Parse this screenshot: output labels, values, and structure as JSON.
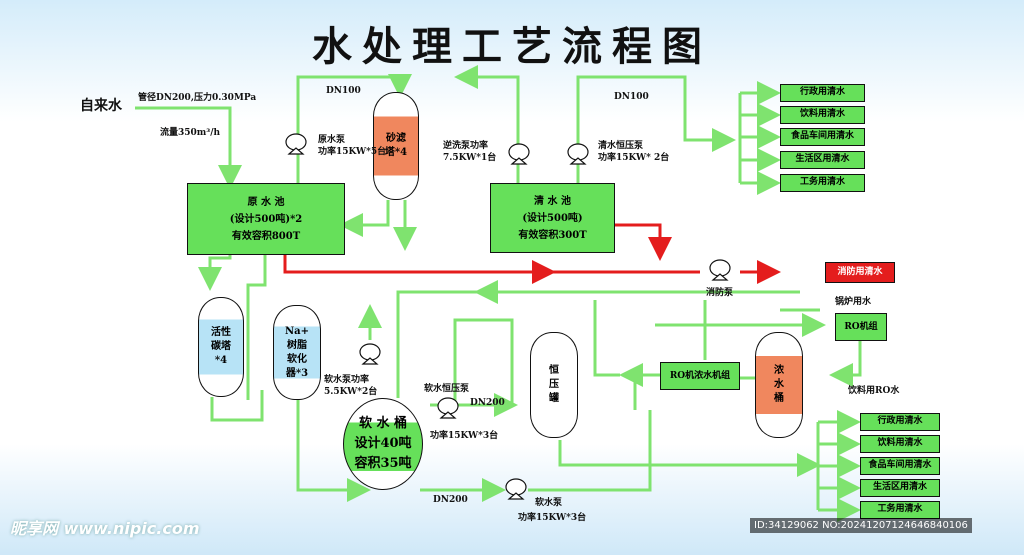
{
  "title": "水处理工艺流程图",
  "colors": {
    "pipe": "#7fe36f",
    "fire_pipe": "#e41d1d",
    "box_fill": "#66e05a",
    "sand_tank": "#f0875e",
    "resin_tank": "#b7e3f6"
  },
  "inlet": {
    "label": "自来水",
    "spec1": "管径DN200,压力0.30MPa",
    "spec2": "流量350m³/h"
  },
  "pipe_labels": {
    "dn100_left": "DN100",
    "dn100_right": "DN100",
    "dn200_mid": "DN200",
    "dn200_bottom": "DN200"
  },
  "raw_pool": {
    "line1": "原 水 池",
    "line2": "(设计500吨)*2",
    "line3": "有效容积800T"
  },
  "clean_pool": {
    "line1": "清 水 池",
    "line2": "(设计500吨)",
    "line3": "有效容积300T"
  },
  "sand_tower": {
    "line1": "砂滤",
    "line2": "塔*4"
  },
  "carbon_tower": {
    "line1": "活性",
    "line2": "碳塔",
    "line3": "*4"
  },
  "resin_tower": {
    "line1": "Na+",
    "line2": "树脂",
    "line3": "软化",
    "line4": "器*3"
  },
  "soft_bucket": {
    "line1": "软 水 桶",
    "line2": "设计40吨",
    "line3": "容积35吨"
  },
  "const_tank": {
    "line1": "恒",
    "line2": "压",
    "line3": "罐"
  },
  "conc_tank": {
    "line1": "浓",
    "line2": "水",
    "line3": "桶"
  },
  "ro_conc_unit": "RO机浓水机组",
  "ro_unit": "RO机组",
  "pumps": {
    "raw_pump": {
      "line1": "原水泵",
      "line2": "功率15KW*5台"
    },
    "backwash_pump": {
      "line1": "逆洗泵功率",
      "line2": "7.5KW*1台"
    },
    "clean_pump": {
      "line1": "清水恒压泵",
      "line2": "功率15KW* 2台"
    },
    "fire_pump": "消防泵",
    "soft_pump_left": {
      "line1": "软水泵功率",
      "line2": "5.5KW*2台"
    },
    "soft_const_pump": {
      "line1": "软水恒压泵",
      "line2": "功率15KW*3台"
    },
    "soft_pump_bottom": {
      "line1": "软水泵",
      "line2": "功率15KW*3台"
    }
  },
  "fire_water": "消防用清水",
  "boiler_water": "锅炉用水",
  "ro_drinking": "饮料用RO水",
  "outputs_top": [
    "行政用清水",
    "饮料用清水",
    "食品车间用清水",
    "生活区用清水",
    "工务用清水"
  ],
  "outputs_bottom": [
    "行政用清水",
    "饮料用清水",
    "食品车间用清水",
    "生活区用清水",
    "工务用清水"
  ],
  "watermark": "昵享网 www.nipic.com",
  "image_id": "ID:34129062 NO:20241207124646840106"
}
